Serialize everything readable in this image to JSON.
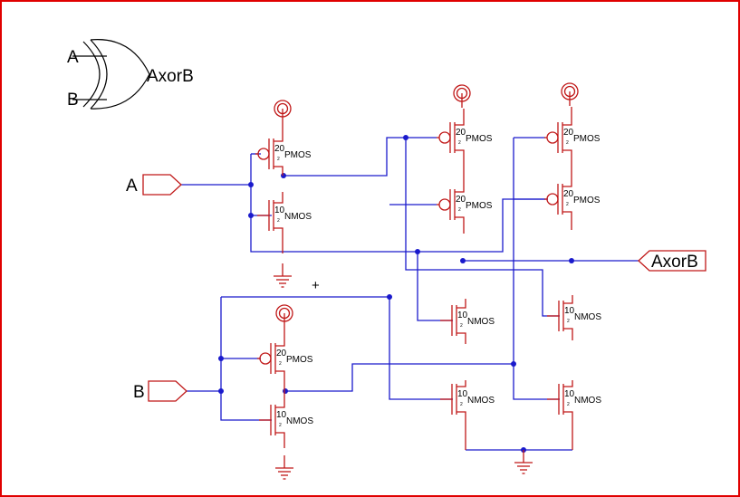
{
  "symbol": {
    "input_a": "A",
    "input_b": "B",
    "output": "AxorB"
  },
  "ports": {
    "in_a": "A",
    "in_b": "B",
    "out": "AxorB"
  },
  "device_labels": {
    "pmos_type": "PMOS",
    "nmos_type": "NMOS",
    "pmos_width": "20",
    "nmos_width": "10",
    "length_mark": "2"
  },
  "marker": "+",
  "colors": {
    "wire": "#1a1acc",
    "device": "#c01818",
    "border": "#e00000"
  }
}
